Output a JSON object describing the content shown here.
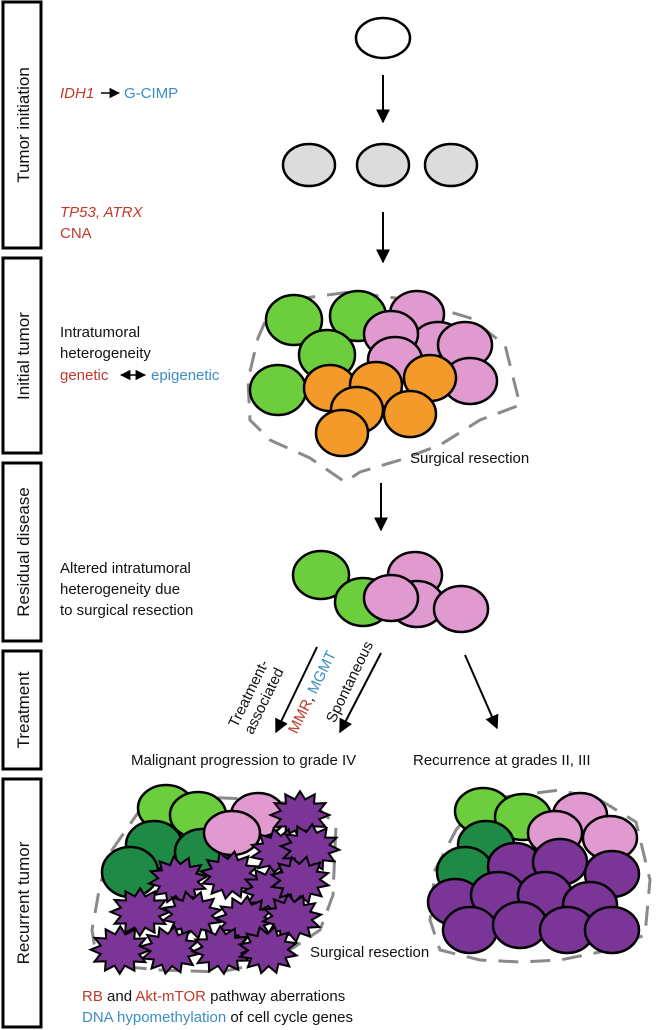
{
  "stages": [
    {
      "label": "Tumor initiation"
    },
    {
      "label": "Initial tumor"
    },
    {
      "label": "Residual disease"
    },
    {
      "label": "Treatment"
    },
    {
      "label": "Recurrent tumor"
    }
  ],
  "initiation": {
    "idh1": "IDH1",
    "gcimp": "G-CIMP",
    "tp53_atrx": "TP53, ATRX",
    "cna": "CNA"
  },
  "initial": {
    "line1": "Intratumoral",
    "line2": "heterogeneity",
    "genetic": "genetic",
    "epigenetic": "epigenetic",
    "resection": "Surgical resection"
  },
  "residual": {
    "line1": "Altered intratumoral",
    "line2": "heterogeneity due",
    "line3": "to surgical resection"
  },
  "treatment": {
    "assoc1": "Treatment-",
    "assoc2": "associated",
    "mmr": "MMR",
    "comma": ", ",
    "mgmt": "MGMT",
    "spontaneous": "Spontaneous"
  },
  "outcomes": {
    "progression": "Malignant progression to grade IV",
    "recurrence": "Recurrence at grades II, III",
    "resection": "Surgical resection"
  },
  "footer": {
    "rb": "RB",
    "and": " and ",
    "akt": "Akt-mTOR",
    "pathway": " pathway aberrations",
    "dna": "DNA hypomethylation",
    "cellcycle": " of cell cycle genes"
  },
  "colors": {
    "light_green": "#6cce3c",
    "dark_green": "#1f8a45",
    "pink": "#e19ad0",
    "orange": "#f39a2a",
    "purple": "#7a3596",
    "gray": "#dcdcdc",
    "red_text": "#c0392b",
    "blue_text": "#3b8ec4"
  }
}
